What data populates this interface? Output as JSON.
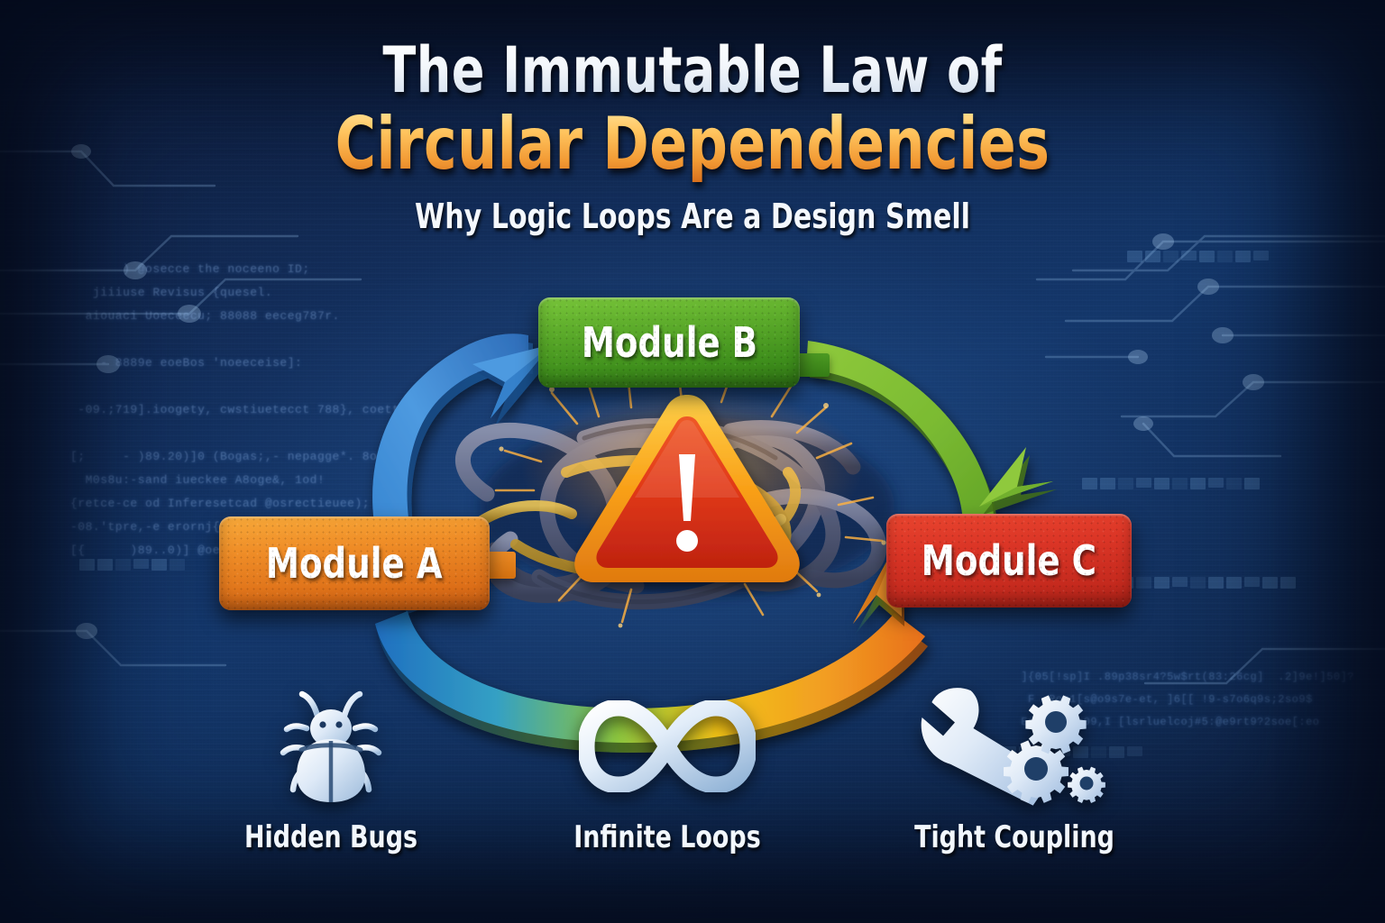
{
  "header": {
    "title_line1": "The Immutable Law of",
    "title_line2": "Circular Dependencies",
    "subtitle": "Why Logic Loops Are a Design Smell",
    "title_color_top": "#ffe49a",
    "title_color_bottom": "#d9701d",
    "subtitle_color": "#f4f8fd"
  },
  "diagram": {
    "modules": [
      {
        "id": "a",
        "label": "Module A",
        "color": "#ef8d27"
      },
      {
        "id": "b",
        "label": "Module B",
        "color": "#5fae2c"
      },
      {
        "id": "c",
        "label": "Module C",
        "color": "#db3526"
      }
    ],
    "arrows": [
      {
        "id": "a-to-b",
        "from": "Module A",
        "to": "Module B",
        "color": "#3f8fd8"
      },
      {
        "id": "b-to-c",
        "from": "Module B",
        "to": "Module C",
        "color": "#8cc63f"
      },
      {
        "id": "c-to-a",
        "from": "Module C",
        "to": "Module A",
        "color": "#f0932b"
      }
    ],
    "center": {
      "icon": "warning-triangle-icon",
      "glyph": "!",
      "fill_color": "#e03a20",
      "border_color": "#f7a81b",
      "tangle": "tangled-cables"
    }
  },
  "features": [
    {
      "icon": "bug-icon",
      "label": "Hidden Bugs"
    },
    {
      "icon": "infinity-icon",
      "label": "Infinite Loops"
    },
    {
      "icon": "wrench-gears-icon",
      "label": "Tight Coupling"
    }
  ],
  "background": {
    "base_color": "#10264d",
    "glow_color": "#2a5c96",
    "code_left": "       ) @osecce the noceeno ID;\n   jiiiuse Revisus {quesel.\n  aiouaci Uoeceecu; 88088 eeceg787r.\n\n    - 8889e eoeBos 'noeeceise]:\n\n -09.;719].ioogety, cwstiuetecct 788}, coettegg)\n\n[;     - )89.20)]0 (Bogas;,- nepagge*. 8ou;\n  M0s8u:-sand iueckee A8oge&, 1od!\n{retce-ce od Inferesetcad @osrectieuee); P.\n-08.'tpre,-e erornj{Onscotes the Arteecue]!\n[{      )89..0)] @oeeed;",
    "code_right": "  ]{05[!sp]I .89p38sr4?5w$rt(83:26cg]  .2]9e!]50]?\n   F ,Roq1[s@o9s7e-et, ]6[[ !9-s7o6q9s;2so9$\n  Eiu90etee09,I [lsrluelcoj#5:@e9rt9?2soe[:eo"
  }
}
